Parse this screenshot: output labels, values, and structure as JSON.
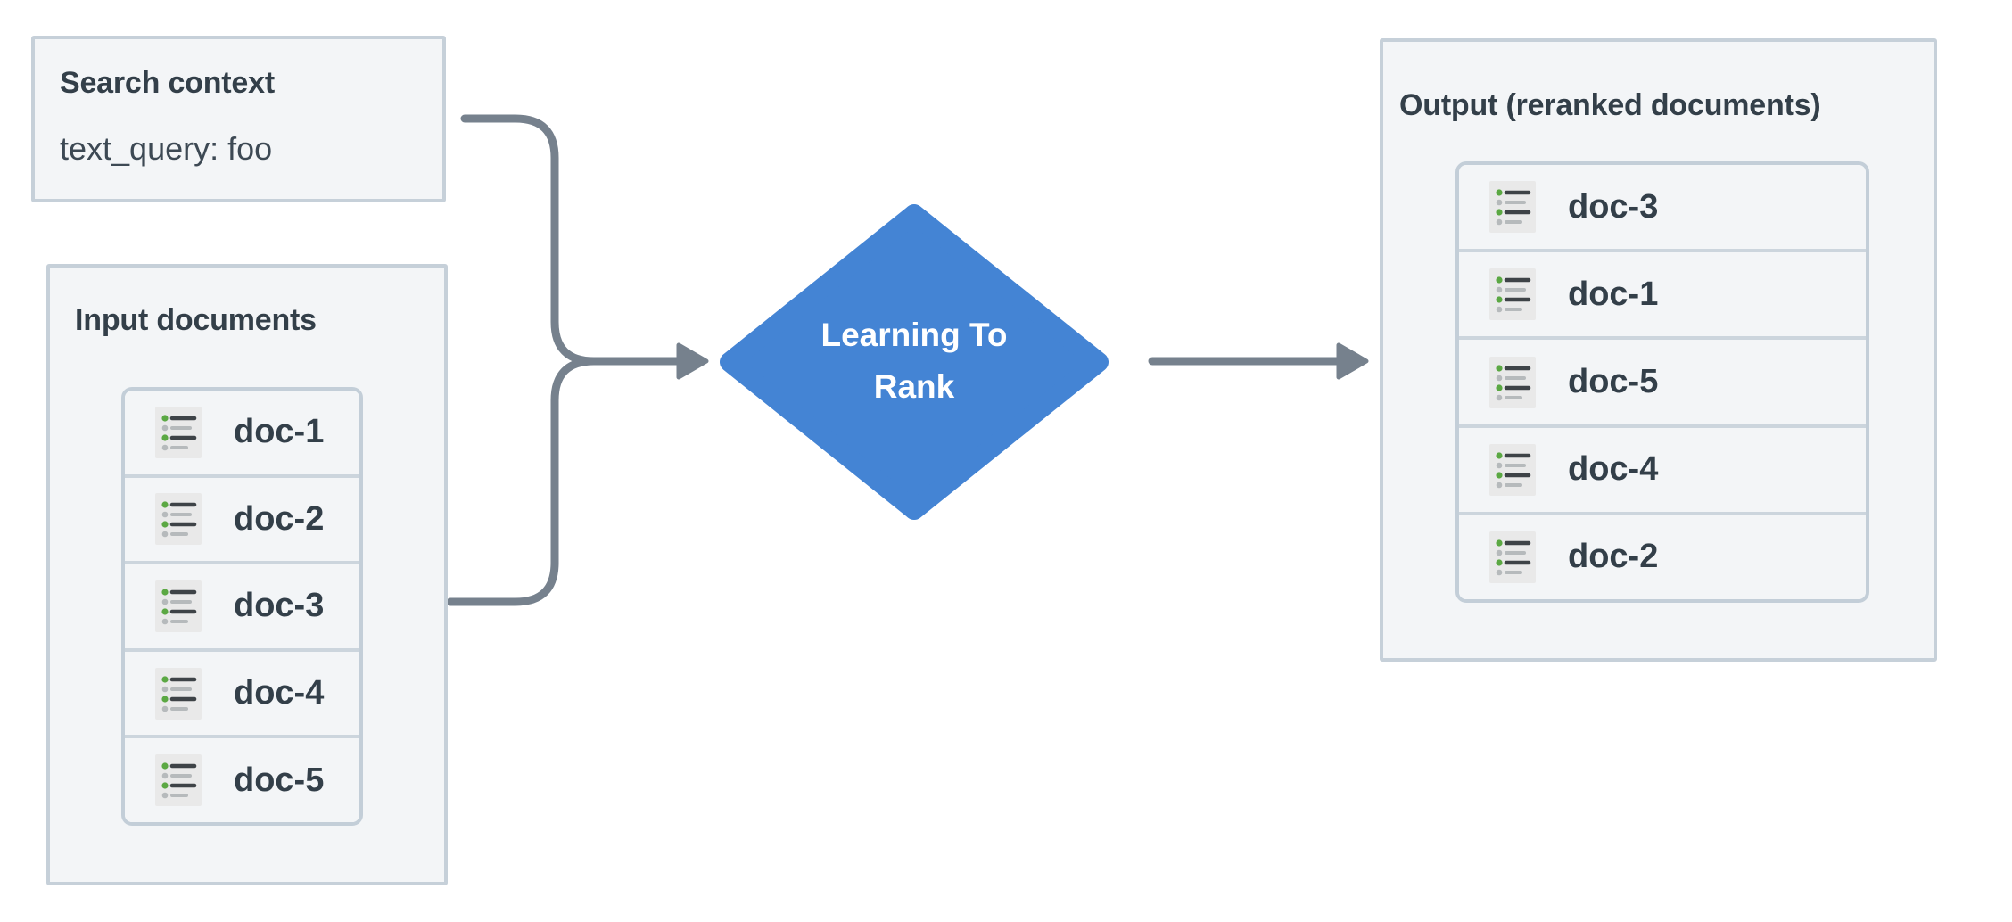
{
  "diagram": {
    "search_context": {
      "title": "Search context",
      "body": "text_query: foo"
    },
    "input_documents": {
      "title": "Input documents",
      "docs": [
        "doc-1",
        "doc-2",
        "doc-3",
        "doc-4",
        "doc-5"
      ]
    },
    "process": {
      "label_line1": "Learning To",
      "label_line2": "Rank"
    },
    "output": {
      "title": "Output (reranked documents)",
      "docs": [
        "doc-3",
        "doc-1",
        "doc-5",
        "doc-4",
        "doc-2"
      ]
    },
    "icons": {
      "doc_icon": "list-icon"
    },
    "colors": {
      "box_bg": "#f3f5f7",
      "box_border": "#c6d0d9",
      "list_border": "#c3ced8",
      "row_separator": "#ccd5dd",
      "text": "#333f49",
      "diamond": "#4484d4",
      "diamond_text": "#ffffff",
      "connector": "#76818d",
      "icon_bg": "#e9e9e9",
      "icon_green": "#5ba843",
      "icon_grey": "#b6babc",
      "icon_dark": "#3e4347"
    }
  }
}
